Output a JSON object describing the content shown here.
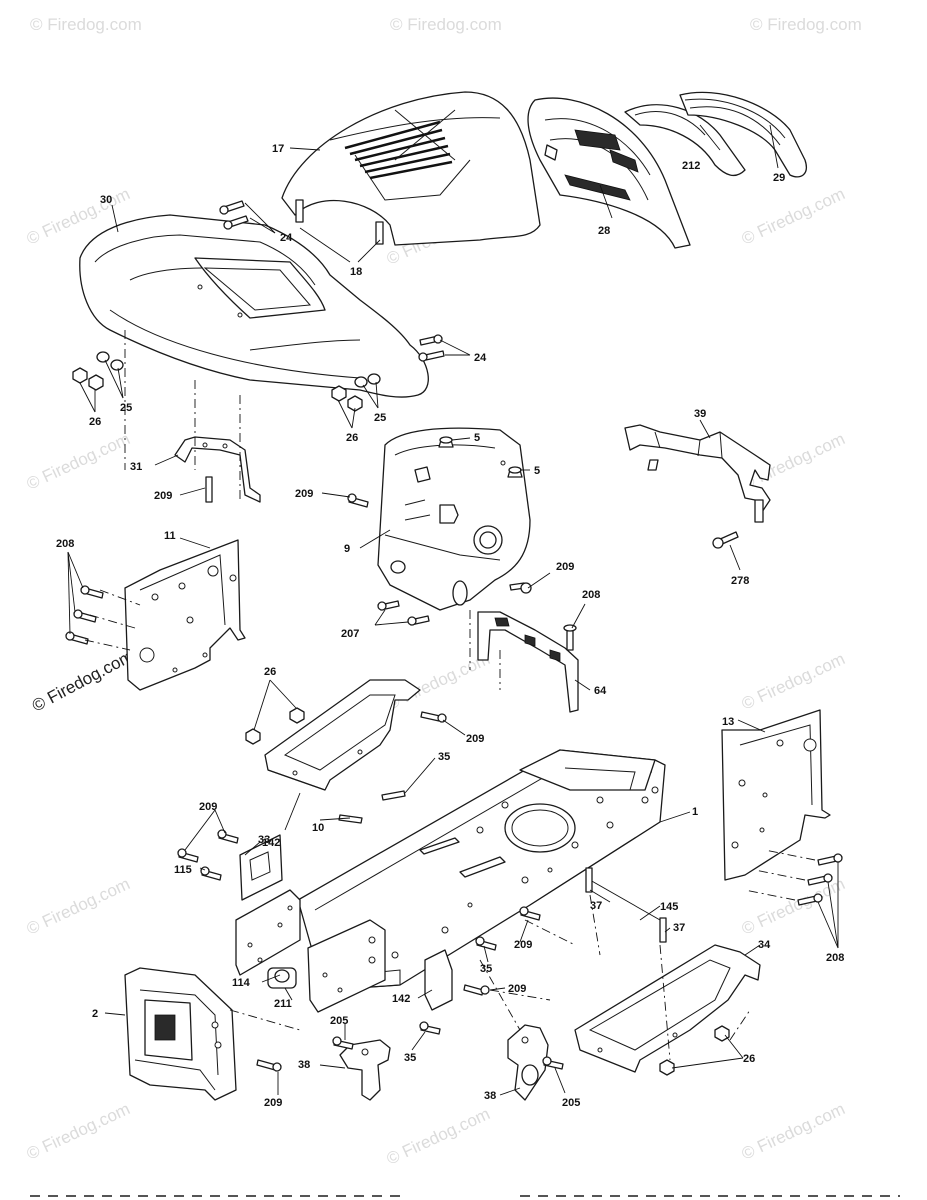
{
  "copyright": "© Firedog.com",
  "watermark": "© Firedog.com",
  "callouts": {
    "c17": "17",
    "c18": "18",
    "c30": "30",
    "c24a": "24",
    "c24b": "24",
    "c25a": "25",
    "c25b": "25",
    "c26a": "26",
    "c26b": "26",
    "c28": "28",
    "c212": "212",
    "c29": "29",
    "c31": "31",
    "c209a": "209",
    "c5a": "5",
    "c5b": "5",
    "c39": "39",
    "c209b": "209",
    "c9": "9",
    "c209c": "209",
    "c278": "278",
    "c208a": "208",
    "c11": "11",
    "c208b": "208",
    "c207": "207",
    "c64": "64",
    "c26c": "26",
    "c209d": "209",
    "c35a": "35",
    "c13": "13",
    "c1": "1",
    "c33": "33",
    "c10": "10",
    "c209e": "209",
    "c142a": "142",
    "c115": "115",
    "c145": "145",
    "c37a": "37",
    "c37b": "37",
    "c209f": "209",
    "c34": "34",
    "c208c": "208",
    "c35b": "35",
    "c114": "114",
    "c211": "211",
    "c142b": "142",
    "c209g": "209",
    "c2": "2",
    "c205a": "205",
    "c35c": "35",
    "c26d": "26",
    "c38a": "38",
    "c209h": "209",
    "c38b": "38",
    "c205b": "205"
  }
}
